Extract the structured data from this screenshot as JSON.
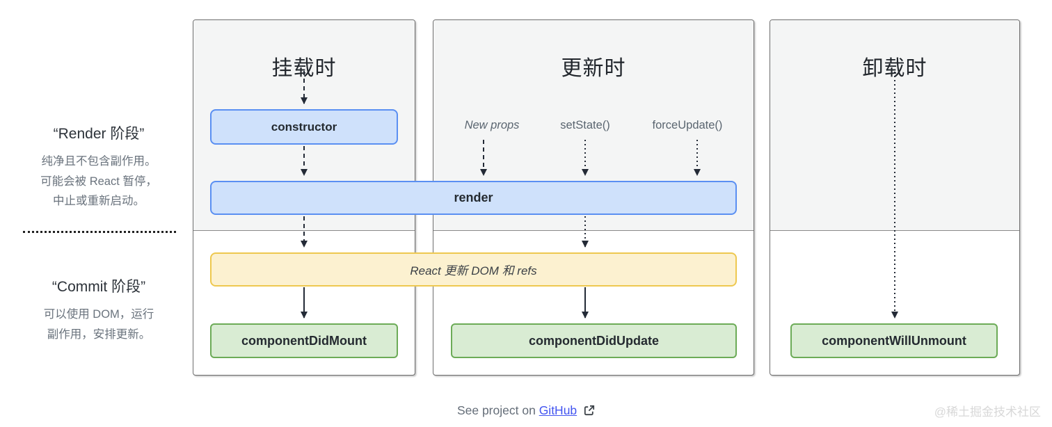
{
  "legend": {
    "render_phase": {
      "title": "“Render 阶段”",
      "lines": [
        "纯净且不包含副作用。",
        "可能会被 React 暂停，",
        "中止或重新启动。"
      ]
    },
    "commit_phase": {
      "title": "“Commit 阶段”",
      "lines": [
        "可以使用 DOM，运行",
        "副作用，安排更新。"
      ]
    }
  },
  "columns": [
    {
      "title": "挂载时"
    },
    {
      "title": "更新时"
    },
    {
      "title": "卸载时"
    }
  ],
  "triggers": {
    "new_props": "New props",
    "set_state": "setState()",
    "force_update": "forceUpdate()"
  },
  "boxes": {
    "constructor": "constructor",
    "render": "render",
    "react_updates": "React 更新 DOM 和 refs",
    "component_did_mount": "componentDidMount",
    "component_did_update": "componentDidUpdate",
    "component_will_unmount": "componentWillUnmount"
  },
  "footer": {
    "text": "See project on",
    "link_label": "GitHub",
    "external_icon": "external-link-icon"
  },
  "watermark": "@稀土掘金技术社区",
  "colors": {
    "blue_fill": "#cfe1fb",
    "blue_border": "#5a8ff2",
    "yellow_fill": "#fcf1d0",
    "yellow_border": "#eec84f",
    "green_fill": "#d9ecd3",
    "green_border": "#6cab57",
    "arrow": "#232a36",
    "link": "#4355f0"
  }
}
